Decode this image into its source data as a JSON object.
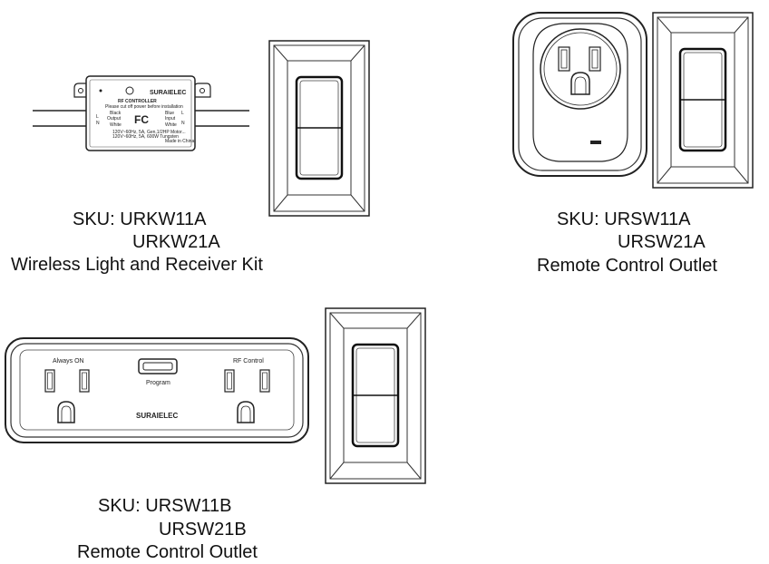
{
  "products": [
    {
      "sku_label": "SKU:",
      "sku_line1": "URKW11A",
      "sku_line2": "URKW21A",
      "description": "Wireless Light and Receiver Kit",
      "device": {
        "title": "RF CONTROLLER",
        "warning": "Please cut off power before installation",
        "brand": "SURAIELEC",
        "fc": "FC",
        "left_top": "Black",
        "left_mid": "Output",
        "left_bot": "White",
        "left_l": "L",
        "left_n": "N",
        "right_top": "Blue",
        "right_mid": "Input",
        "right_bot": "White",
        "right_l": "L",
        "right_n": "N",
        "spec1": "120V~60Hz, 5A, Gen,1/2HP Motor...",
        "spec2": "120V~60Hz, 5A, 600W Tungsten",
        "made_in": "Made in China"
      }
    },
    {
      "sku_label": "SKU:",
      "sku_line1": "URSW11A",
      "sku_line2": "URSW21A",
      "description": "Remote Control Outlet"
    },
    {
      "sku_label": "SKU:",
      "sku_line1": "URSW11B",
      "sku_line2": "URSW21B",
      "description": "Remote Control Outlet",
      "device": {
        "left_label": "Always ON",
        "right_label": "RF Control",
        "button_label": "Program",
        "brand": "SURAIELEC"
      }
    }
  ]
}
